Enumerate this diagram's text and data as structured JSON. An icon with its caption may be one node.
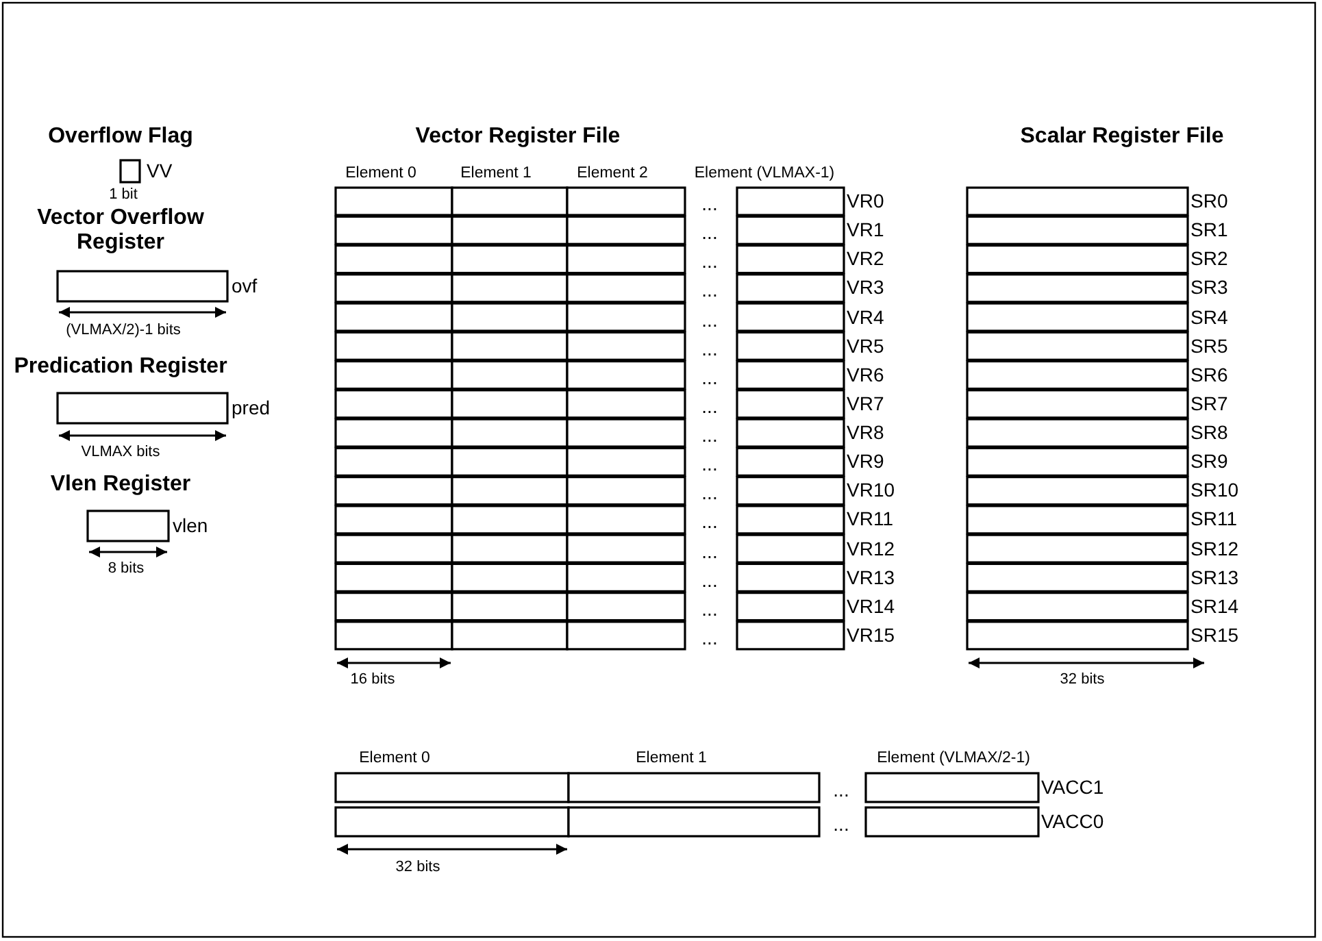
{
  "diagram": {
    "labels": [
      "Overflow Flag",
      "VV",
      "1 bit",
      "Vector Overflow Register",
      "ovf",
      "(VLMAX/2)-1 bits",
      "Predication Register",
      "pred",
      "VLMAX bits",
      "Vlen Register",
      "vlen",
      "8 bits",
      "Vector Register File",
      "Element 0",
      "Element 1",
      "Element 2",
      "Element (VLMAX-1)",
      "...",
      "VR0",
      "...",
      "VR1",
      "...",
      "VR2",
      "...",
      "VR3",
      "...",
      "VR4",
      "...",
      "VR5",
      "...",
      "VR6",
      "...",
      "VR7",
      "...",
      "VR8",
      "...",
      "VR9",
      "...",
      "VR10",
      "...",
      "VR11",
      "...",
      "VR12",
      "...",
      "VR13",
      "...",
      "VR14",
      "...",
      "VR15",
      "16 bits",
      "Scalar Register File",
      "SR0",
      "SR1",
      "SR2",
      "SR3",
      "SR4",
      "SR5",
      "SR6",
      "SR7",
      "SR8",
      "SR9",
      "SR10",
      "SR11",
      "SR12",
      "SR13",
      "SR14",
      "SR15",
      "32 bits",
      "Element 0",
      "Element 1",
      "Element (VLMAX/2-1)",
      "...",
      "VACC1",
      "...",
      "VACC0",
      "32 bits"
    ]
  }
}
